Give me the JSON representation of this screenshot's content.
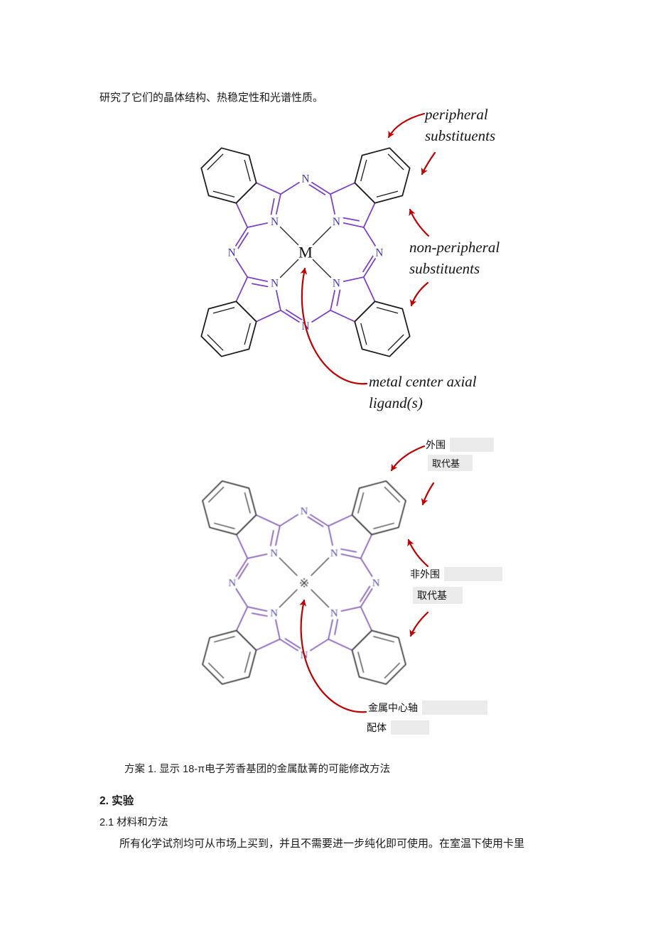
{
  "page": {
    "intro_text": "研究了它们的晶体结构、热稳定性和光谱性质。",
    "scheme_caption": "方案 1. 显示 18-π电子芳香基团的金属酞菁的可能修改方法",
    "section_heading": "2. 实验",
    "subsection_heading": "2.1 材料和方法",
    "body_text": "所有化学试剂均可从市场上买到，并且不需要进一步纯化即可使用。在室温下使用卡里"
  },
  "diagram_en": {
    "peripheral_line1": "peripheral",
    "peripheral_line2": "substituents",
    "nonperipheral_line1": "non-peripheral",
    "nonperipheral_line2": "substituents",
    "metal_line1": "metal center axial",
    "metal_line2": "ligand(s)",
    "center_atom": "M",
    "nitrogen": "N"
  },
  "diagram_zh": {
    "peripheral_line1": "外围",
    "peripheral_line2": "取代基",
    "nonperipheral_line1": "非外围",
    "nonperipheral_line2": "取代基",
    "metal_line1": "金属中心轴",
    "metal_line2": "配体",
    "center_atom": "※",
    "nitrogen": "N"
  },
  "colors": {
    "macrocycle": "#7c3fc8",
    "benzo": "#1c1c1c",
    "nitrogen": "#4433bb",
    "metal": "#111111",
    "arrow": "#c00000",
    "highlight_box": "#ebebeb"
  }
}
